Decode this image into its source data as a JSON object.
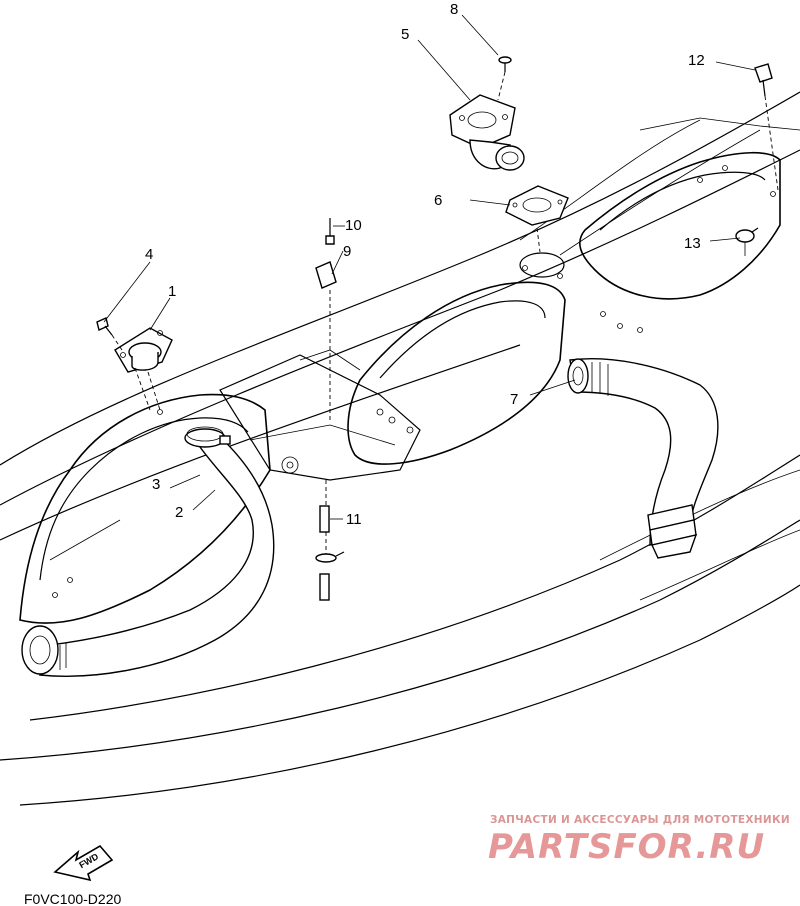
{
  "callouts": {
    "c1": "1",
    "c2": "2",
    "c3": "3",
    "c4": "4",
    "c5": "5",
    "c6": "6",
    "c7": "7",
    "c8": "8",
    "c9": "9",
    "c10": "10",
    "c11": "11",
    "c12": "12",
    "c13": "13"
  },
  "fwd_label": "FWD",
  "diagram_code": "F0VC100-D220",
  "watermark": {
    "tagline": "ЗАПЧАСТИ И АКСЕССУАРЫ ДЛЯ МОТОТЕХНИКИ",
    "brand": "PARTSFOR.RU"
  },
  "colors": {
    "line": "#000000",
    "watermark": "#e48c8c"
  }
}
